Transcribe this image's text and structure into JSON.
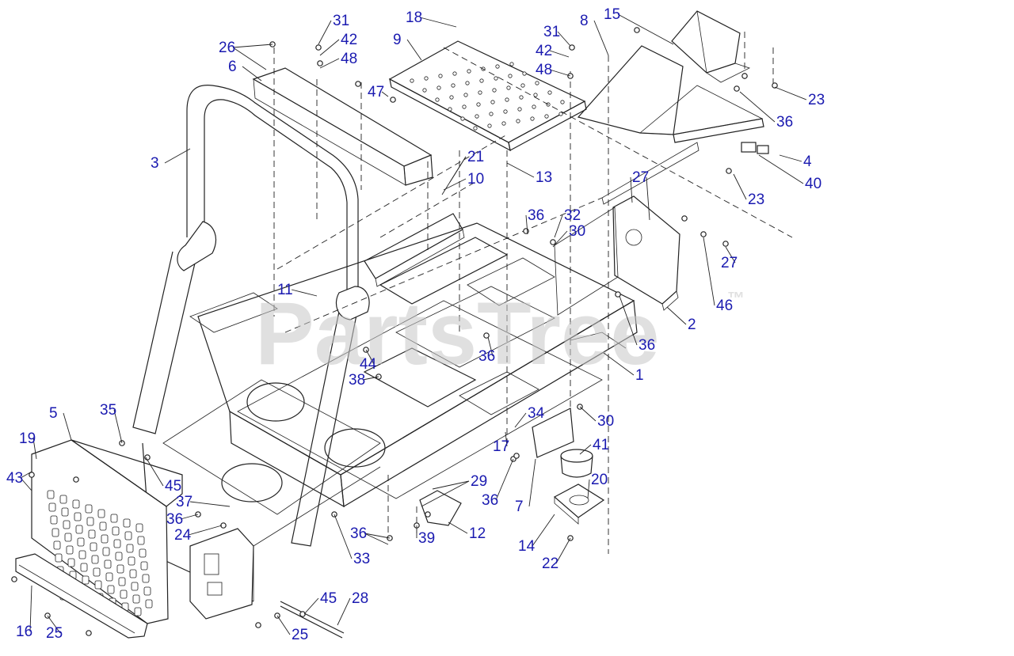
{
  "diagram": {
    "colors": {
      "callout": "#1a1ab0",
      "line": "#222222",
      "watermark": "#c8c8c8"
    },
    "watermark": {
      "text": "PartsTree",
      "tm": "™"
    },
    "callouts": [
      {
        "id": "c18",
        "label": "18"
      },
      {
        "id": "c9",
        "label": "9"
      },
      {
        "id": "c31a",
        "label": "31"
      },
      {
        "id": "c42a",
        "label": "42"
      },
      {
        "id": "c48a",
        "label": "48"
      },
      {
        "id": "c26",
        "label": "26"
      },
      {
        "id": "c6",
        "label": "6"
      },
      {
        "id": "c47",
        "label": "47"
      },
      {
        "id": "c3",
        "label": "3"
      },
      {
        "id": "c8",
        "label": "8"
      },
      {
        "id": "c15",
        "label": "15"
      },
      {
        "id": "c31b",
        "label": "31"
      },
      {
        "id": "c42b",
        "label": "42"
      },
      {
        "id": "c48b",
        "label": "48"
      },
      {
        "id": "c23a",
        "label": "23"
      },
      {
        "id": "c36a",
        "label": "36"
      },
      {
        "id": "c4",
        "label": "4"
      },
      {
        "id": "c40",
        "label": "40"
      },
      {
        "id": "c23b",
        "label": "23"
      },
      {
        "id": "c21",
        "label": "21"
      },
      {
        "id": "c10",
        "label": "10"
      },
      {
        "id": "c13",
        "label": "13"
      },
      {
        "id": "c27a",
        "label": "27"
      },
      {
        "id": "c36b",
        "label": "36"
      },
      {
        "id": "c32",
        "label": "32"
      },
      {
        "id": "c30a",
        "label": "30"
      },
      {
        "id": "c27b",
        "label": "27"
      },
      {
        "id": "c46",
        "label": "46"
      },
      {
        "id": "c2",
        "label": "2"
      },
      {
        "id": "c36c",
        "label": "36"
      },
      {
        "id": "c11",
        "label": "11"
      },
      {
        "id": "c36d",
        "label": "36"
      },
      {
        "id": "c1",
        "label": "1"
      },
      {
        "id": "c44",
        "label": "44"
      },
      {
        "id": "c38",
        "label": "38"
      },
      {
        "id": "c5",
        "label": "5"
      },
      {
        "id": "c35",
        "label": "35"
      },
      {
        "id": "c34",
        "label": "34"
      },
      {
        "id": "c30b",
        "label": "30"
      },
      {
        "id": "c17",
        "label": "17"
      },
      {
        "id": "c41",
        "label": "41"
      },
      {
        "id": "c19",
        "label": "19"
      },
      {
        "id": "c43",
        "label": "43"
      },
      {
        "id": "c29",
        "label": "29"
      },
      {
        "id": "c20",
        "label": "20"
      },
      {
        "id": "c45a",
        "label": "45"
      },
      {
        "id": "c36e",
        "label": "36"
      },
      {
        "id": "c7",
        "label": "7"
      },
      {
        "id": "c37",
        "label": "37"
      },
      {
        "id": "c36f",
        "label": "36"
      },
      {
        "id": "c24",
        "label": "24"
      },
      {
        "id": "c12",
        "label": "12"
      },
      {
        "id": "c36g",
        "label": "36"
      },
      {
        "id": "c39",
        "label": "39"
      },
      {
        "id": "c14",
        "label": "14"
      },
      {
        "id": "c33",
        "label": "33"
      },
      {
        "id": "c22",
        "label": "22"
      },
      {
        "id": "c45b",
        "label": "45"
      },
      {
        "id": "c28",
        "label": "28"
      },
      {
        "id": "c16",
        "label": "16"
      },
      {
        "id": "c25a",
        "label": "25"
      },
      {
        "id": "c25b",
        "label": "25"
      }
    ]
  }
}
